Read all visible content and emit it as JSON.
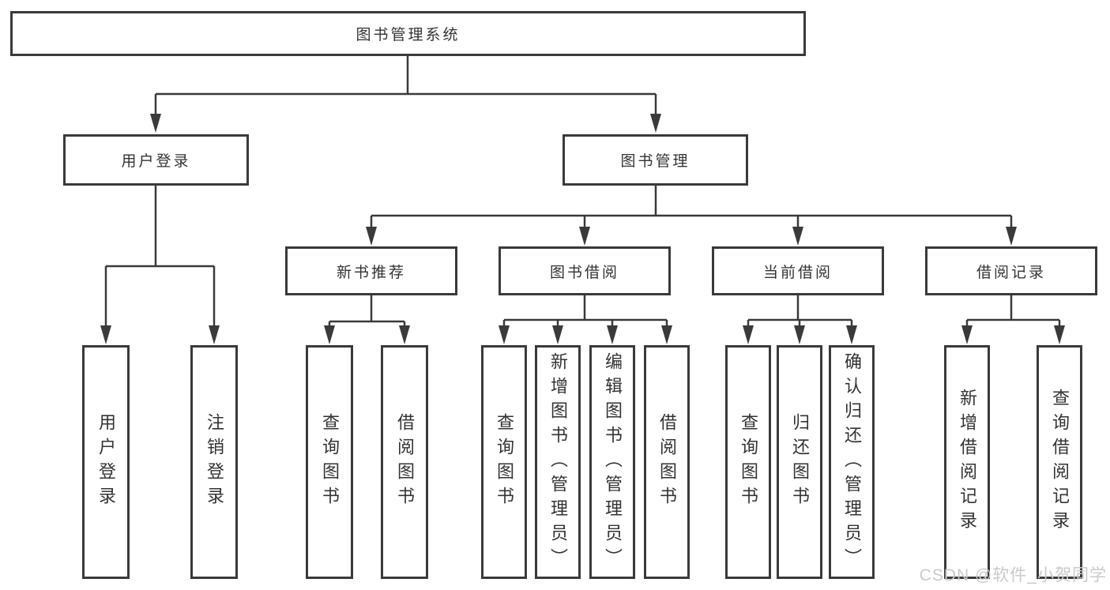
{
  "tree": {
    "label": "图书管理系统",
    "children": [
      {
        "label": "用户登录",
        "children": [
          {
            "label": "用户登录"
          },
          {
            "label": "注销登录"
          }
        ]
      },
      {
        "label": "图书管理",
        "children": [
          {
            "label": "新书推荐",
            "children": [
              {
                "label": "查询图书"
              },
              {
                "label": "借阅图书"
              }
            ]
          },
          {
            "label": "图书借阅",
            "children": [
              {
                "label": "查询图书"
              },
              {
                "label": "新增图书（管理员）"
              },
              {
                "label": "编辑图书（管理员）"
              },
              {
                "label": "借阅图书"
              }
            ]
          },
          {
            "label": "当前借阅",
            "children": [
              {
                "label": "查询图书"
              },
              {
                "label": "归还图书"
              },
              {
                "label": "确认归还（管理员）"
              }
            ]
          },
          {
            "label": "借阅记录",
            "children": [
              {
                "label": "新增借阅记录"
              },
              {
                "label": "查询借阅记录"
              }
            ]
          }
        ]
      }
    ]
  },
  "watermark": "CSDN @软件_小贺同学",
  "colors": {
    "line": "#3a3a3a",
    "box_border": "#3a3a3a",
    "text": "#333333",
    "watermark": "#c9c9c9",
    "background": "#ffffff"
  }
}
